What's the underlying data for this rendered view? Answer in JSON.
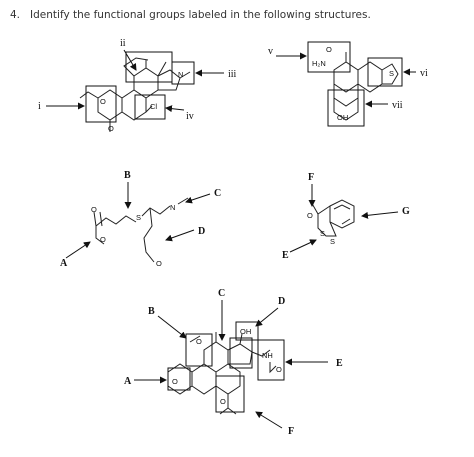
{
  "question": {
    "number": "4.",
    "text": "Identify the functional groups labeled in the following structures."
  },
  "structure1": {
    "labels": [
      "i",
      "ii",
      "iii",
      "iv"
    ],
    "atoms": [
      "N",
      "Cl",
      "O",
      "O"
    ]
  },
  "structure2": {
    "labels": [
      "v",
      "vi",
      "vii"
    ],
    "atoms": [
      "H₂N",
      "O",
      "S",
      "OH"
    ]
  },
  "structure3": {
    "labels": [
      "A",
      "B",
      "C",
      "D"
    ],
    "atoms": [
      "S",
      "N",
      "O",
      "O",
      "O"
    ]
  },
  "structure4": {
    "labels": [
      "E",
      "F",
      "G"
    ],
    "atoms": [
      "O",
      "S",
      "S"
    ]
  },
  "structure5": {
    "labels": [
      "A",
      "B",
      "C",
      "D",
      "E",
      "F"
    ],
    "atoms": [
      "OH",
      "NH",
      "O",
      "O",
      "O",
      "O"
    ]
  }
}
